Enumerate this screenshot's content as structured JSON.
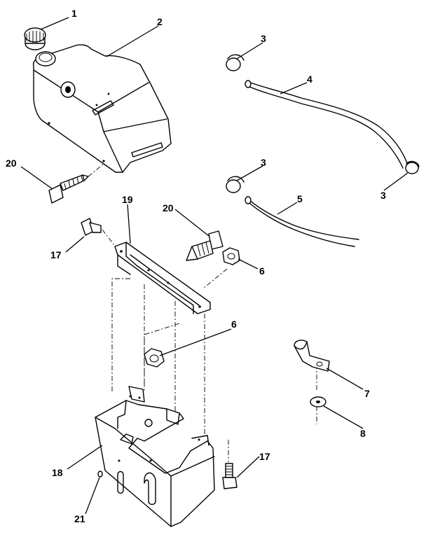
{
  "callouts": {
    "c1": "1",
    "c2": "2",
    "c3a": "3",
    "c3b": "3",
    "c3c": "3",
    "c4": "4",
    "c5": "5",
    "c6a": "6",
    "c6b": "6",
    "c7": "7",
    "c8": "8",
    "c17a": "17",
    "c17b": "17",
    "c18": "18",
    "c19": "19",
    "c20a": "20",
    "c20b": "20",
    "c21": "21"
  }
}
